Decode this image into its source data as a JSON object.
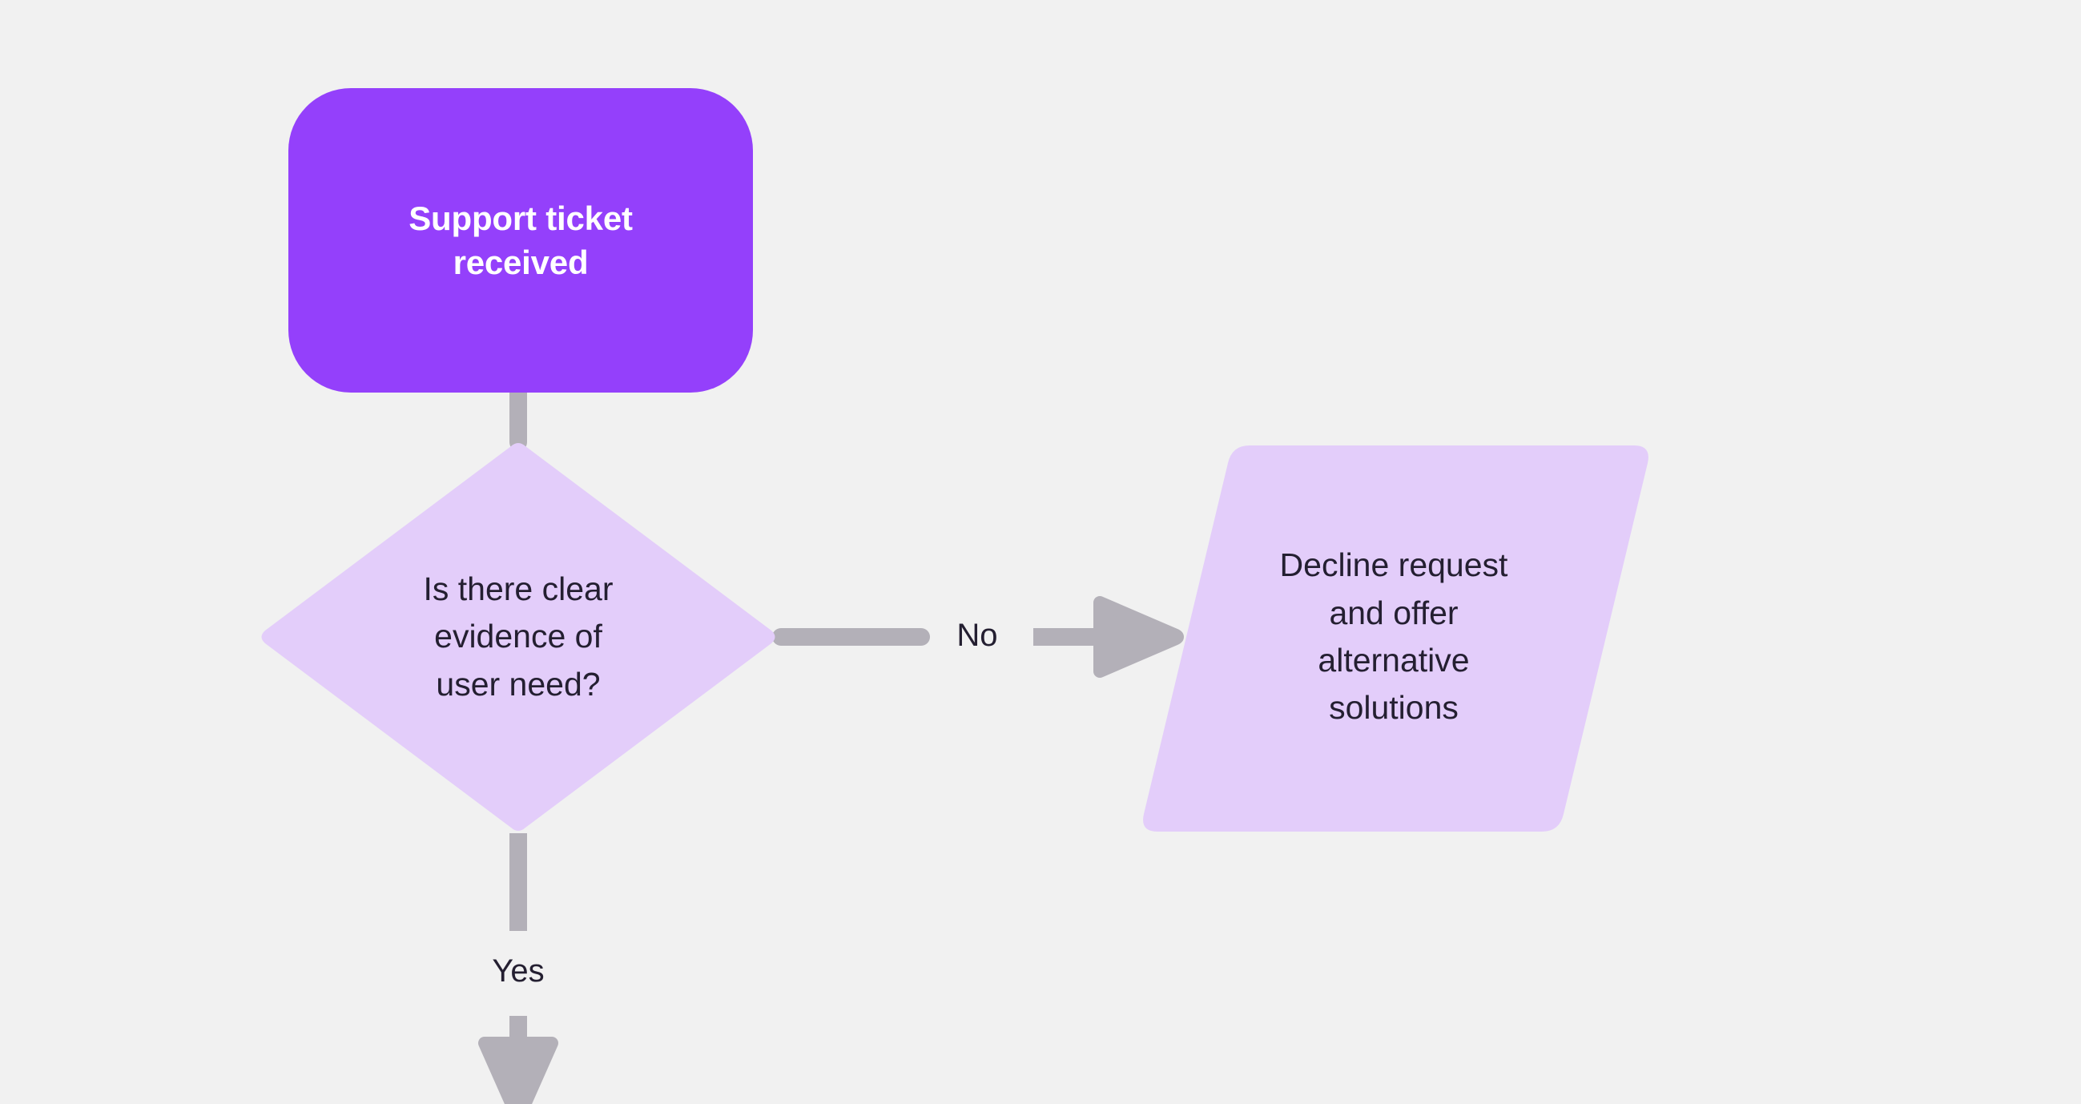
{
  "diagram": {
    "type": "flowchart",
    "direction": "top-down",
    "background_color": "#f1f1f1",
    "connector_color": "#b3b0b8",
    "nodes": [
      {
        "id": "start",
        "shape": "rounded-rectangle",
        "role": "terminator",
        "label": "Support ticket\nreceived",
        "fill": "#9440fb",
        "text_color": "#ffffff",
        "bold": true
      },
      {
        "id": "decision",
        "shape": "diamond",
        "role": "decision",
        "label": "Is there clear\nevidence of\nuser need?",
        "fill": "#e3cdfa",
        "text_color": "#241f31",
        "bold": false
      },
      {
        "id": "decline",
        "shape": "parallelogram",
        "role": "input-output",
        "label": "Decline request\nand offer\nalternative\nsolutions",
        "fill": "#e3cdfa",
        "text_color": "#241f31",
        "bold": false
      }
    ],
    "edges": [
      {
        "id": "edge-start-decision",
        "from": "start",
        "to": "decision",
        "label": "",
        "arrowhead": false
      },
      {
        "id": "edge-decision-decline",
        "from": "decision",
        "to": "decline",
        "label": "No",
        "arrowhead": true
      },
      {
        "id": "edge-decision-yes",
        "from": "decision",
        "to": "",
        "label": "Yes",
        "arrowhead": true
      }
    ]
  }
}
